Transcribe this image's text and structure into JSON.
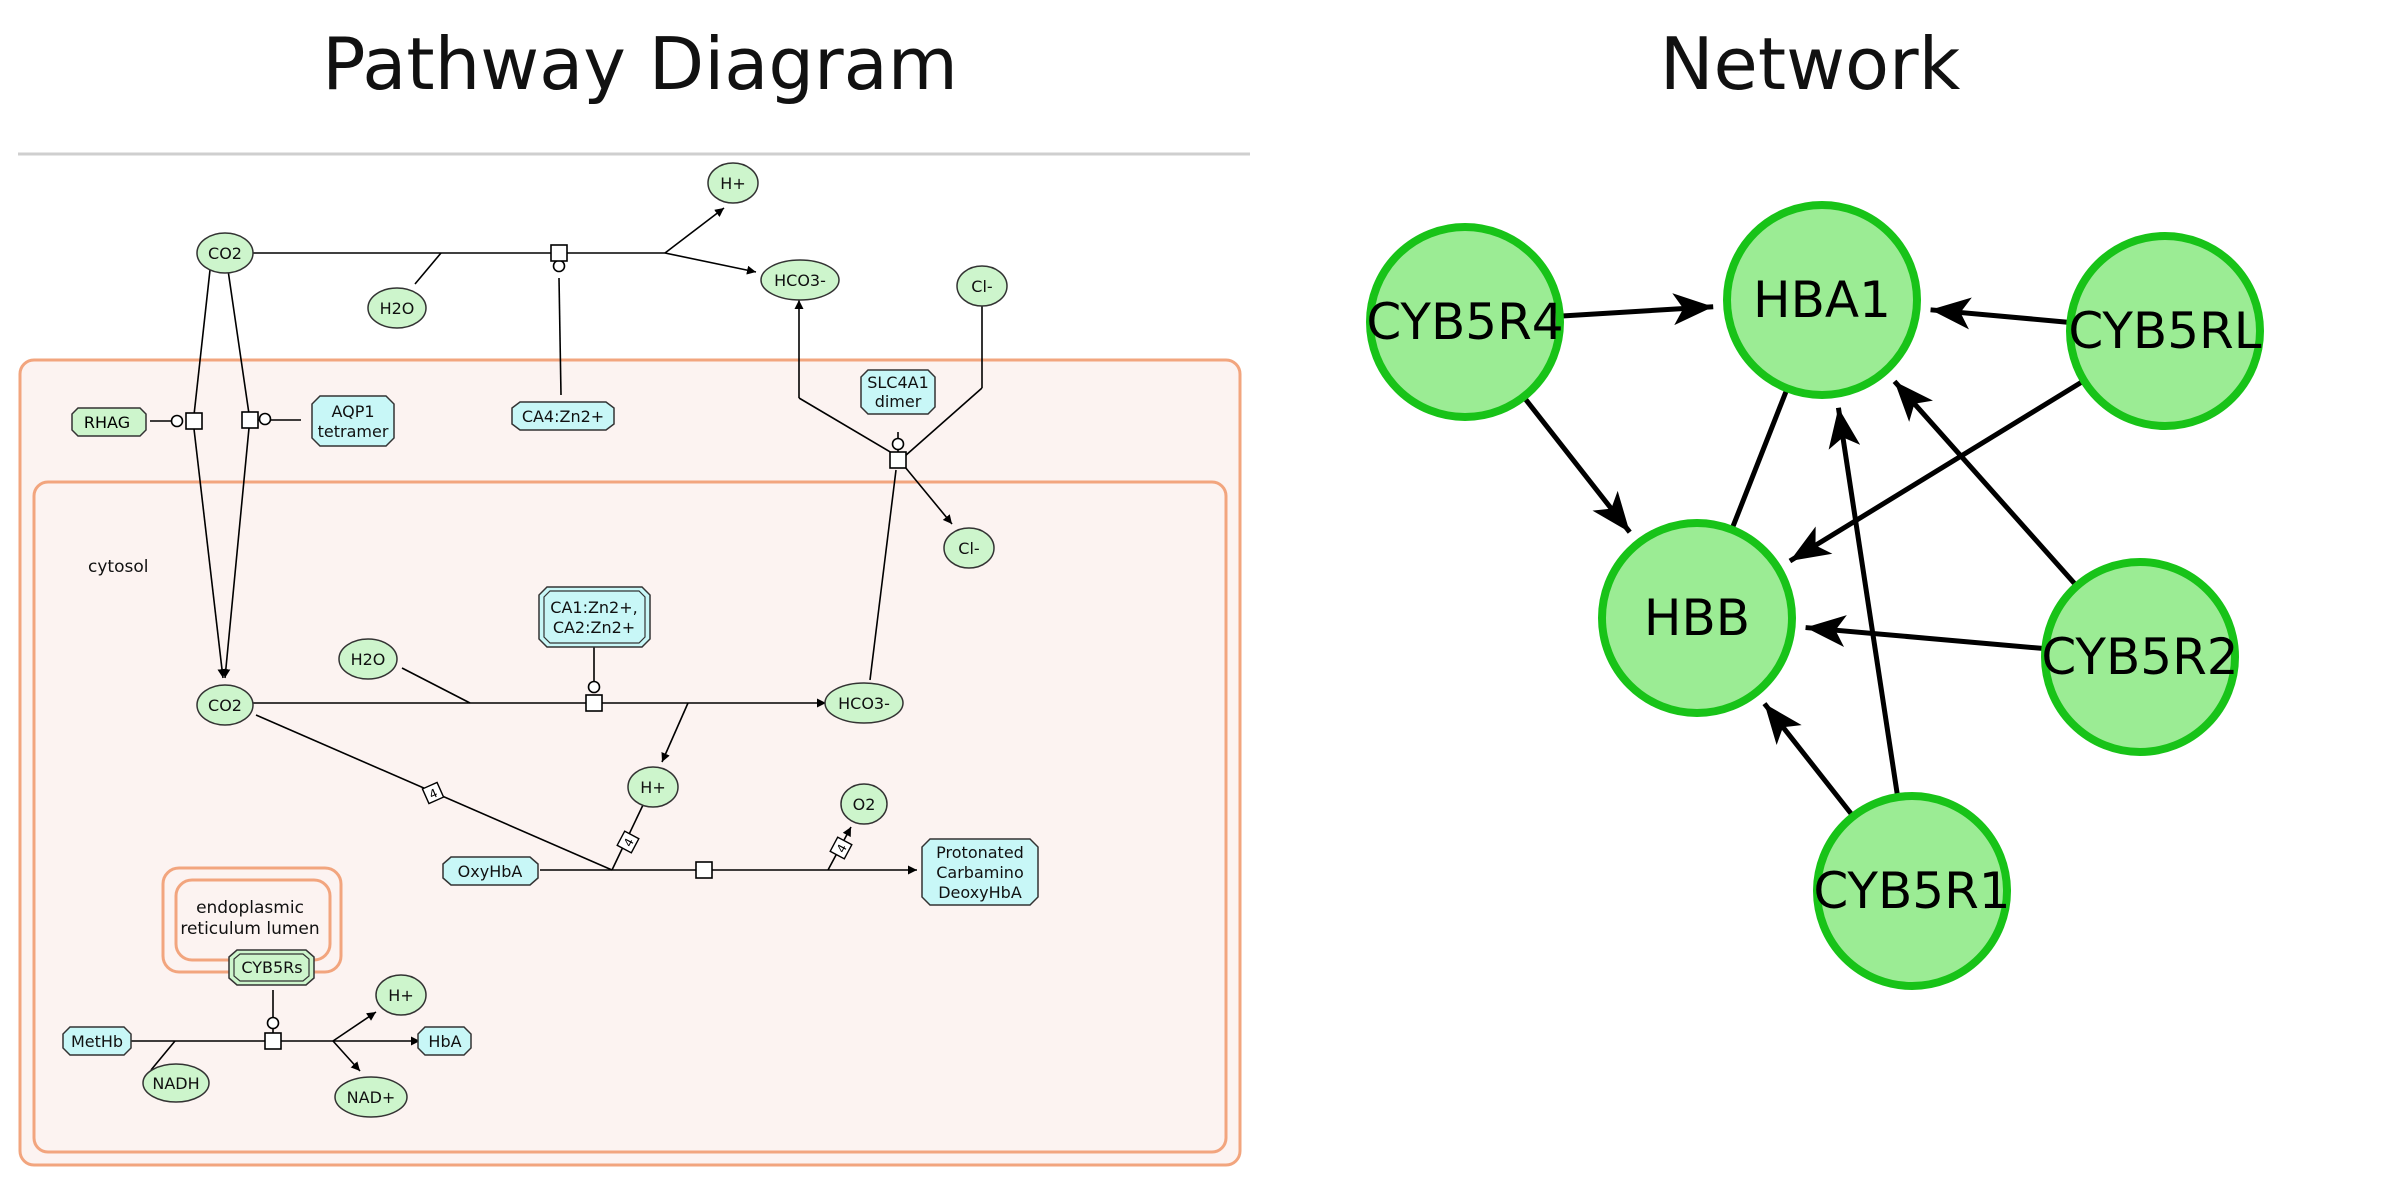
{
  "titles": {
    "pathway": "Pathway Diagram",
    "network": "Network"
  },
  "pathway": {
    "compartment_label": "cytosol",
    "er_label_line1": "endoplasmic",
    "er_label_line2": "reticulum lumen",
    "nodes": {
      "h_plus_top": "H+",
      "co2_out": "CO2",
      "h2o_out": "H2O",
      "hco3_out": "HCO3-",
      "cl_out": "Cl-",
      "rhag": "RHAG",
      "aqp1_line1": "AQP1",
      "aqp1_line2": "tetramer",
      "ca4": "CA4:Zn2+",
      "slc4a1_line1": "SLC4A1",
      "slc4a1_line2": "dimer",
      "cl_in": "Cl-",
      "ca12_line1": "CA1:Zn2+,",
      "ca12_line2": "CA2:Zn2+",
      "h2o_in": "H2O",
      "co2_in": "CO2",
      "hco3_in": "HCO3-",
      "h_plus_mid": "H+",
      "o2": "O2",
      "oxyhba": "OxyHbA",
      "prot_line1": "Protonated",
      "prot_line2": "Carbamino",
      "prot_line3": "DeoxyHbA",
      "cyb5rs": "CYB5Rs",
      "h_plus_bottom": "H+",
      "methb": "MetHb",
      "hba": "HbA",
      "nadh": "NADH",
      "nad_plus": "NAD+"
    },
    "stoich": {
      "s1": "4",
      "s2": "4",
      "s3": "4"
    }
  },
  "network": {
    "nodes": [
      {
        "id": "HBA1",
        "label": "HBA1"
      },
      {
        "id": "CYB5R4",
        "label": "CYB5R4"
      },
      {
        "id": "CYB5RL",
        "label": "CYB5RL"
      },
      {
        "id": "HBB",
        "label": "HBB"
      },
      {
        "id": "CYB5R2",
        "label": "CYB5R2"
      },
      {
        "id": "CYB5R1",
        "label": "CYB5R1"
      }
    ],
    "edges": [
      {
        "from": "CYB5R4",
        "to": "HBA1",
        "directed": true
      },
      {
        "from": "CYB5RL",
        "to": "HBA1",
        "directed": true
      },
      {
        "from": "CYB5R4",
        "to": "HBB",
        "directed": true
      },
      {
        "from": "CYB5RL",
        "to": "HBB",
        "directed": true
      },
      {
        "from": "HBB",
        "to": "HBA1",
        "directed": false
      },
      {
        "from": "CYB5R2",
        "to": "HBA1",
        "directed": true
      },
      {
        "from": "CYB5R2",
        "to": "HBB",
        "directed": true
      },
      {
        "from": "CYB5R1",
        "to": "HBA1",
        "directed": true
      },
      {
        "from": "CYB5R1",
        "to": "HBB",
        "directed": true
      }
    ],
    "colors": {
      "node_fill": "#9bec94",
      "node_border": "#18c318",
      "edge": "#000000"
    }
  },
  "colors": {
    "small_molecule_fill": "#cdf5cc",
    "complex_fill": "#c8f7f7",
    "compartment_fill": "#fcf3f1",
    "compartment_border": "#f2a57e"
  }
}
